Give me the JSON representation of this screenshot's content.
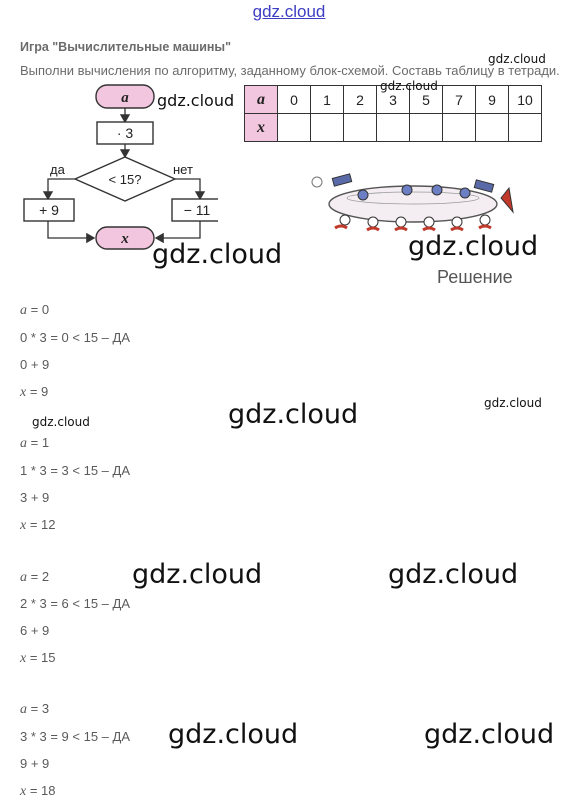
{
  "site_header": "gdz.cloud",
  "title": "Игра \"Вычислительные машины\"",
  "task": "Выполни вычисления по алгоритму, заданному блок-схемой. Составь таблицу в тетради.",
  "flowchart": {
    "input": "a",
    "multiply": "· 3",
    "condition": "< 15?",
    "yes_label": "да",
    "no_label": "нет",
    "yes_op": "+ 9",
    "no_op": "− 11",
    "output": "x",
    "colors": {
      "pink": "#f3c6df",
      "stroke": "#333333"
    }
  },
  "table": {
    "row_a_label": "a",
    "row_x_label": "x",
    "a_values": [
      "0",
      "1",
      "2",
      "3",
      "5",
      "7",
      "9",
      "10"
    ],
    "x_values": [
      "",
      "",
      "",
      "",
      "",
      "",
      "",
      ""
    ]
  },
  "watermark": "gdz.cloud",
  "solution_heading": "Решение",
  "solution": [
    {
      "a_var": "a",
      "a_eq": " = 0",
      "calc": "0 * 3 = 0 < 15 – ДА",
      "op": "0 + 9",
      "x_var": "x",
      "x_eq": " = 9"
    },
    {
      "a_var": "a",
      "a_eq": " = 1",
      "calc": "1 * 3 = 3 < 15 – ДА",
      "op": "3 + 9",
      "x_var": "x",
      "x_eq": " = 12"
    },
    {
      "a_var": "a",
      "a_eq": " = 2",
      "calc": "2 * 3 = 6 < 15 – ДА",
      "op": "6 + 9",
      "x_var": "x",
      "x_eq": " = 15"
    },
    {
      "a_var": "a",
      "a_eq": " = 3",
      "calc": "3 * 3 = 9 < 15 – ДА",
      "op": "9 + 9",
      "x_var": "x",
      "x_eq": " = 18"
    }
  ]
}
